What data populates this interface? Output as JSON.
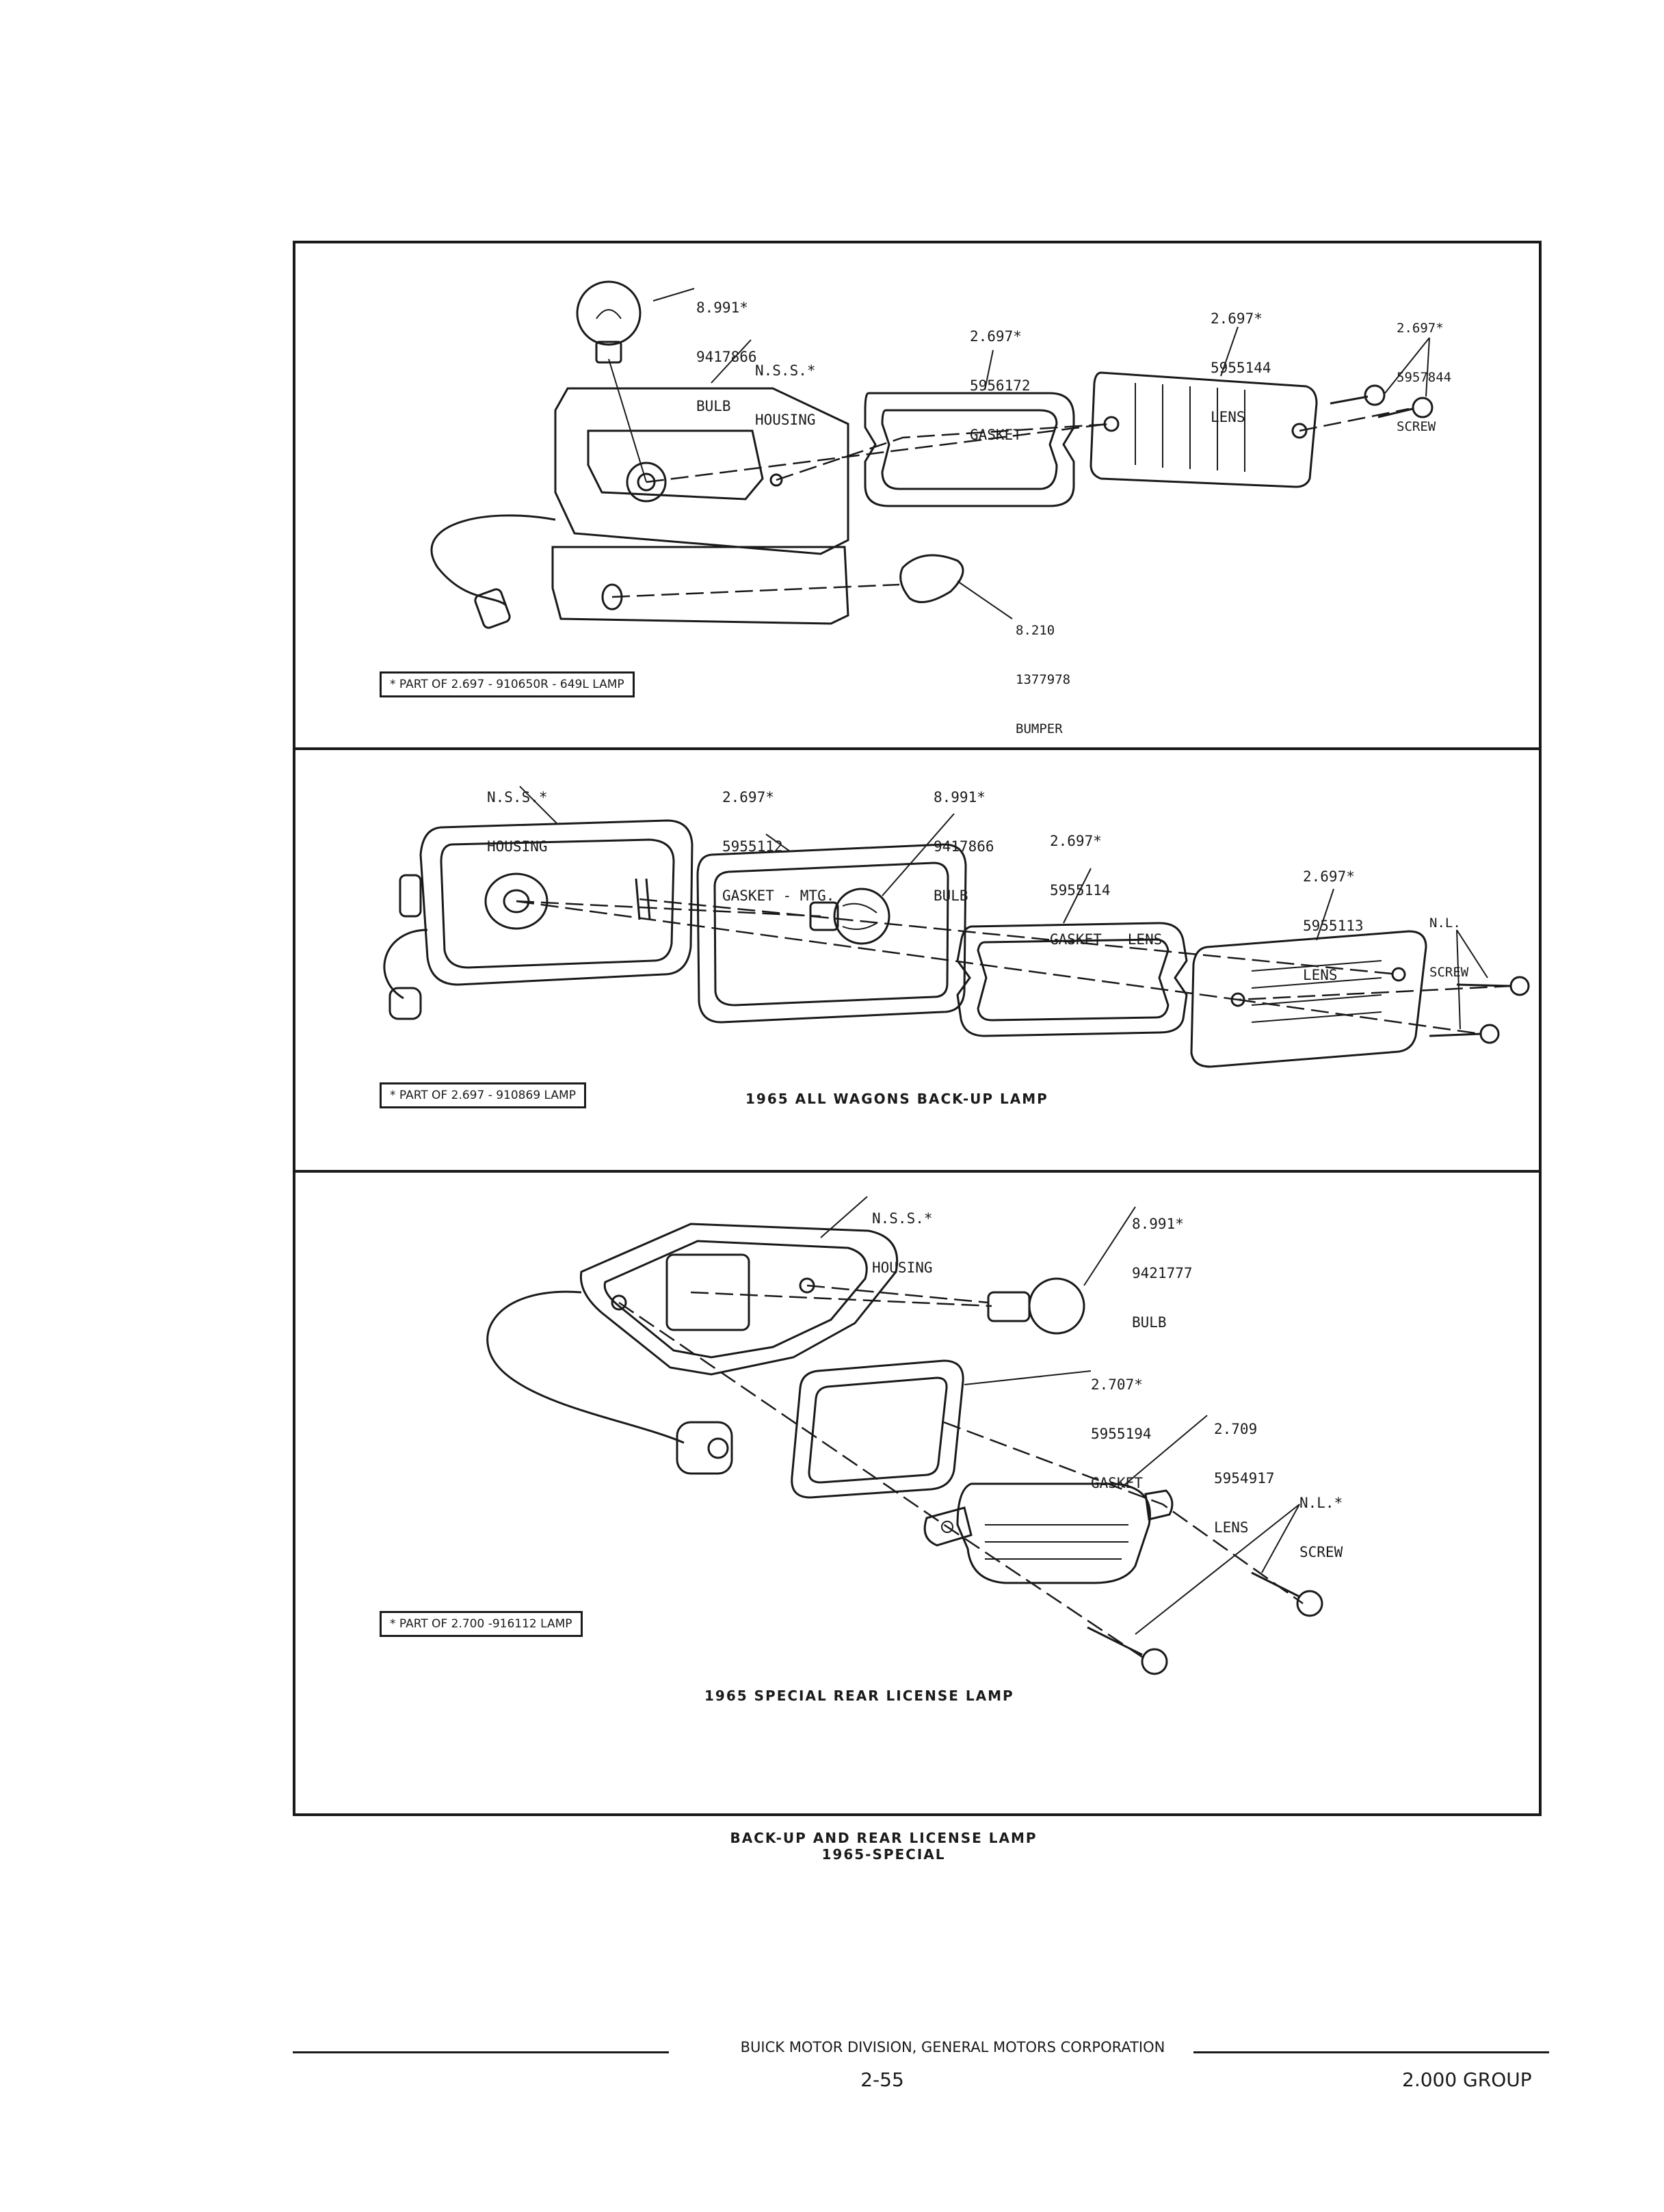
{
  "panel1": {
    "bulb": {
      "line1": "8.991*",
      "line2": "9417866",
      "line3": "BULB"
    },
    "housing": {
      "line1": "N.S.S.*",
      "line2": "HOUSING"
    },
    "gasket": {
      "line1": "2.697*",
      "line2": "5956172",
      "line3": "GASKET"
    },
    "lens": {
      "line1": "2.697*",
      "line2": "5955144",
      "line3": "LENS"
    },
    "screw": {
      "line1": "2.697*",
      "line2": "5957844",
      "line3": "SCREW"
    },
    "bumper": {
      "line1": "8.210",
      "line2": "1377978",
      "line3": "BUMPER"
    },
    "note": "* PART OF 2.697 - 910650R - 649L LAMP"
  },
  "panel2": {
    "housing": {
      "line1": "N.S.S.*",
      "line2": "HOUSING"
    },
    "gasket_mtg": {
      "line1": "2.697*",
      "line2": "5955112",
      "line3": "GASKET - MTG."
    },
    "bulb": {
      "line1": "8.991*",
      "line2": "9417866",
      "line3": "BULB"
    },
    "gasket_lens": {
      "line1": "2.697*",
      "line2": "5955114",
      "line3": "GASKET - LENS"
    },
    "lens": {
      "line1": "2.697*",
      "line2": "5955113",
      "line3": "LENS"
    },
    "screw": {
      "line1": "N.L.",
      "line2": "SCREW"
    },
    "note": "* PART OF 2.697 - 910869 LAMP",
    "caption": "1965 ALL WAGONS BACK-UP LAMP"
  },
  "panel3": {
    "housing": {
      "line1": "N.S.S.*",
      "line2": "HOUSING"
    },
    "bulb": {
      "line1": "8.991*",
      "line2": "9421777",
      "line3": "BULB"
    },
    "gasket": {
      "line1": "2.707*",
      "line2": "5955194",
      "line3": "GASKET"
    },
    "lens": {
      "line1": "2.709",
      "line2": "5954917",
      "line3": "LENS"
    },
    "screw": {
      "line1": "N.L.*",
      "line2": "SCREW"
    },
    "note": "* PART OF 2.700 -916112 LAMP",
    "caption": "1965 SPECIAL REAR LICENSE LAMP"
  },
  "figure_title": {
    "line1": "BACK-UP AND REAR LICENSE LAMP",
    "line2": "1965-SPECIAL"
  },
  "footer": {
    "division": "BUICK MOTOR DIVISION, GENERAL MOTORS CORPORATION",
    "page": "2-55",
    "group": "2.000 GROUP"
  }
}
